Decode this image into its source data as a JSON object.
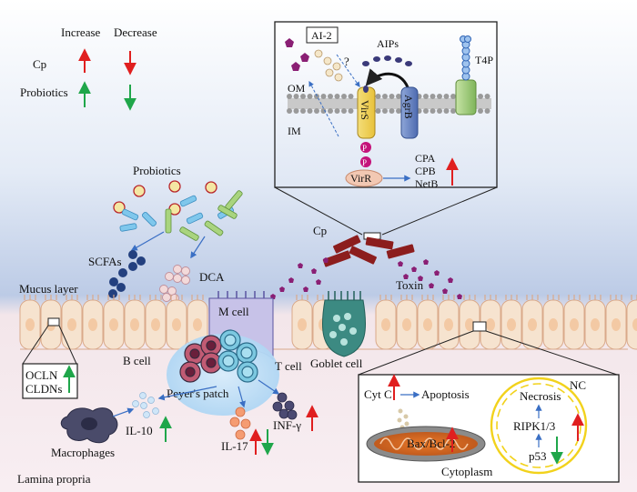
{
  "legend": {
    "increase": "Increase",
    "decrease": "Decrease",
    "cp": "Cp",
    "probiotics": "Probiotics",
    "colors": {
      "cp": "#e01f1f",
      "probiotics": "#1fa64a"
    }
  },
  "top_panel": {
    "ai2": "AI-2",
    "question": "?",
    "aips": "AIPs",
    "t4p": "T4P",
    "om": "OM",
    "im": "IM",
    "virs": "VirS",
    "agrb": "AgrB",
    "p": "P",
    "virr": "VirR",
    "toxins": [
      "CPA",
      "CPB",
      "NetB"
    ]
  },
  "middle": {
    "probiotics": "Probiotics",
    "scfas": "SCFAs",
    "dca": "DCA",
    "cp": "Cp",
    "toxin": "Toxin"
  },
  "tissue": {
    "mucus": "Mucus layer",
    "m_cell": "M cell",
    "goblet": "Goblet cell",
    "b_cell": "B cell",
    "t_cell": "T cell",
    "peyers": "Peyer's patch",
    "tight_junction": [
      "OCLN",
      "CLDNs"
    ],
    "macrophages": "Macrophages",
    "il10": "IL-10",
    "il17": "IL-17",
    "infg": "INF-γ",
    "lamina": "Lamina propria"
  },
  "cell_panel": {
    "cytc": "Cyt C",
    "apoptosis": "Apoptosis",
    "baxbcl": "Bax/Bcl-2",
    "cytoplasm": "Cytoplasm",
    "necrosis": "Necrosis",
    "nc": "NC",
    "ripk": "RIPK1/3",
    "p53": "p53"
  }
}
